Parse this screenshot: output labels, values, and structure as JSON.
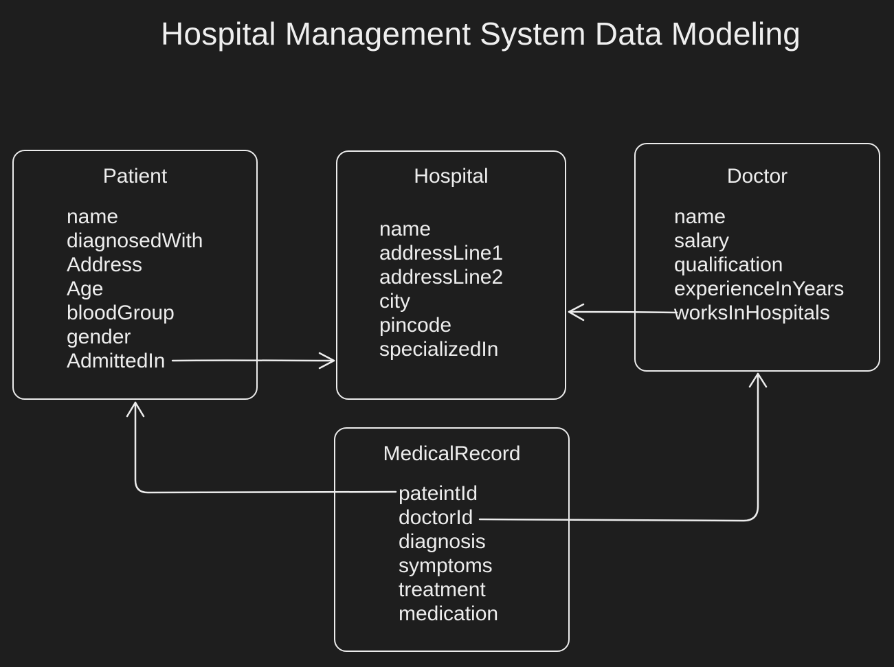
{
  "title": "Hospital Management System Data Modeling",
  "colors": {
    "background": "#1e1e1e",
    "stroke": "#ececec",
    "text": "#ededed"
  },
  "entities": {
    "patient": {
      "name": "Patient",
      "fields": [
        "name",
        "diagnosedWith",
        "Address",
        "Age",
        "bloodGroup",
        "gender",
        "AdmittedIn"
      ]
    },
    "hospital": {
      "name": "Hospital",
      "fields": [
        "name",
        "addressLine1",
        "addressLine2",
        "city",
        "pincode",
        "specializedIn"
      ]
    },
    "doctor": {
      "name": "Doctor",
      "fields": [
        "name",
        "salary",
        "qualification",
        "experienceInYears",
        "worksInHospitals"
      ]
    },
    "medical_record": {
      "name": "MedicalRecord",
      "fields": [
        "pateintId",
        "doctorId",
        "diagnosis",
        "symptoms",
        "treatment",
        "medication"
      ]
    }
  },
  "relationships": [
    {
      "from": "Patient.AdmittedIn",
      "to": "Hospital"
    },
    {
      "from": "Doctor.worksInHospitals",
      "to": "Hospital"
    },
    {
      "from": "MedicalRecord.pateintId",
      "to": "Patient"
    },
    {
      "from": "MedicalRecord.doctorId",
      "to": "Doctor"
    }
  ]
}
